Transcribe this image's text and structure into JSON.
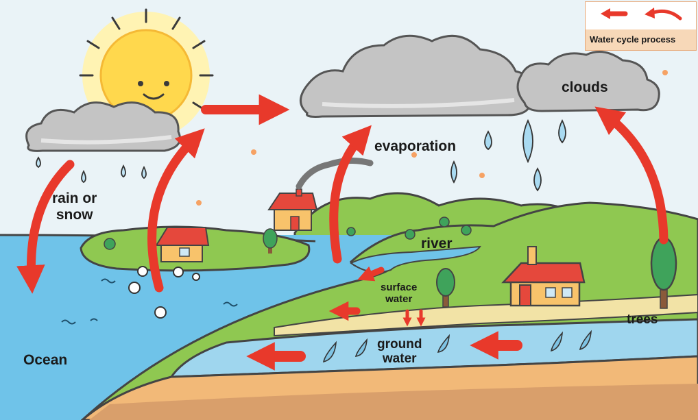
{
  "legend": {
    "label": "Water cycle process"
  },
  "labels": {
    "clouds": "clouds",
    "evaporation": "evaporation",
    "rain_or_snow": "rain or\nsnow",
    "river": "river",
    "surface_water": "surface\nwater",
    "ground_water": "ground\nwater",
    "trees": "trees",
    "ocean": "Ocean"
  },
  "colors": {
    "arrow": "#e8392b",
    "sky": "#eaf3f7",
    "ocean": "#6fc3e9",
    "hill_green": "#8fc851",
    "cloud_gray": "#c4c4c4",
    "sun": "#ffd84d",
    "ground_water": "#9fd6ee",
    "soil": "#f2b978"
  }
}
